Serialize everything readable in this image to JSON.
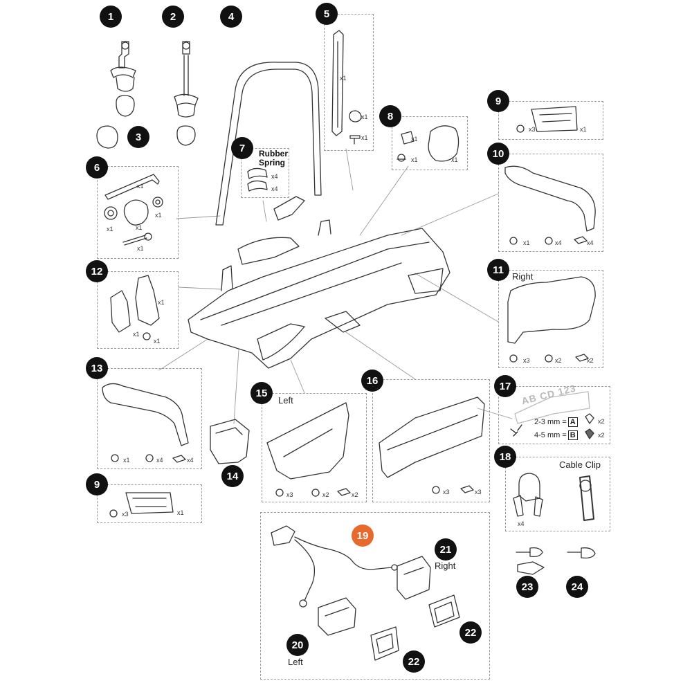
{
  "parts": {
    "p1": "1",
    "p2": "2",
    "p3": "3",
    "p4": "4",
    "p5": "5",
    "p6": "6",
    "p7": "7",
    "p8": "8",
    "p9a": "9",
    "p9b": "9",
    "p10": "10",
    "p11": "11",
    "p12": "12",
    "p13": "13",
    "p14": "14",
    "p15": "15",
    "p16": "16",
    "p17": "17",
    "p18": "18",
    "p19": "19",
    "p20": "20",
    "p21": "21",
    "p22a": "22",
    "p22b": "22",
    "p23": "23",
    "p24": "24"
  },
  "labels": {
    "rubber_spring_1": "Rubber",
    "rubber_spring_2": "Spring",
    "right_11": "Right",
    "left_15": "Left",
    "cable_clip": "Cable Clip",
    "right_21": "Right",
    "left_20": "Left"
  },
  "plate": {
    "text": "AB CD 123"
  },
  "spacers": {
    "a_range": "2-3 mm =",
    "a_key": "A",
    "b_range": "4-5 mm =",
    "b_key": "B"
  },
  "quantities": {
    "q5a": "x1",
    "q5b": "x1",
    "q5c": "x1",
    "q6a": "x1",
    "q6b": "x1",
    "q6c": "x1",
    "q6d": "x1",
    "q6e": "x1",
    "q7a": "x4",
    "q7b": "x4",
    "q8a": "x1",
    "q8b": "x1",
    "q8c": "x1",
    "q9a1": "x3",
    "q9a2": "x1",
    "q10a": "x1",
    "q10b": "x4",
    "q10c": "x4",
    "q11a": "x3",
    "q11b": "x2",
    "q11c": "x2",
    "q12a": "x1",
    "q12b": "x1",
    "q12c": "x1",
    "q13a": "x1",
    "q13b": "x4",
    "q13c": "x4",
    "q9b1": "x3",
    "q9b2": "x1",
    "q15a": "x3",
    "q15b": "x2",
    "q15c": "x2",
    "q16a": "x3",
    "q16b": "x3",
    "q17a": "x2",
    "q17b": "x2",
    "q18a": "x4"
  },
  "colors": {
    "highlight": "#e8692c",
    "badge": "#111111",
    "line": "#333333",
    "dashed": "#9a9a9a"
  }
}
